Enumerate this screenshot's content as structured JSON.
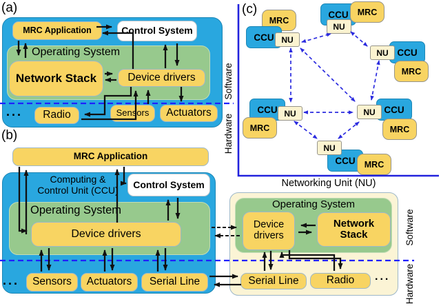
{
  "colors": {
    "panel_blue": "#29a7df",
    "box_yellow": "#f8d462",
    "os_green": "#97c98d",
    "nu_beige": "#fbf4d5",
    "divider_blue": "#1f1fff",
    "edge_arrow_blue": "#2b2bdf",
    "axis_blue": "#2222dd"
  },
  "side_labels": {
    "software": "Software",
    "hardware": "Hardware"
  },
  "panel_a": {
    "label": "(a)",
    "mrc_application": "MRC Application",
    "control_system": "Control System",
    "operating_system": "Operating System",
    "network_stack": "Network Stack",
    "device_drivers": "Device drivers",
    "radio": "Radio",
    "sensors": "Sensors",
    "actuators": "Actuators",
    "ellipsis": "..."
  },
  "panel_b": {
    "label": "(b)",
    "mrc_application": "MRC Application",
    "ccu_line1": "Computing &",
    "ccu_line2": "Control Unit (CCU)",
    "control_system": "Control System",
    "operating_system": "Operating System",
    "device_drivers": "Device drivers",
    "sensors": "Sensors",
    "actuators": "Actuators",
    "serial_line": "Serial Line",
    "ellipsis": "..."
  },
  "panel_nu": {
    "operating_system": "Operating System",
    "device_drivers": "Device drivers",
    "network_stack": "Network Stack",
    "serial_line": "Serial Line",
    "radio": "Radio",
    "ellipsis": "..."
  },
  "panel_c": {
    "label": "(c)",
    "axis_label": "Networking Unit (NU)",
    "mrc": "MRC",
    "ccu": "CCU",
    "nu": "NU"
  }
}
